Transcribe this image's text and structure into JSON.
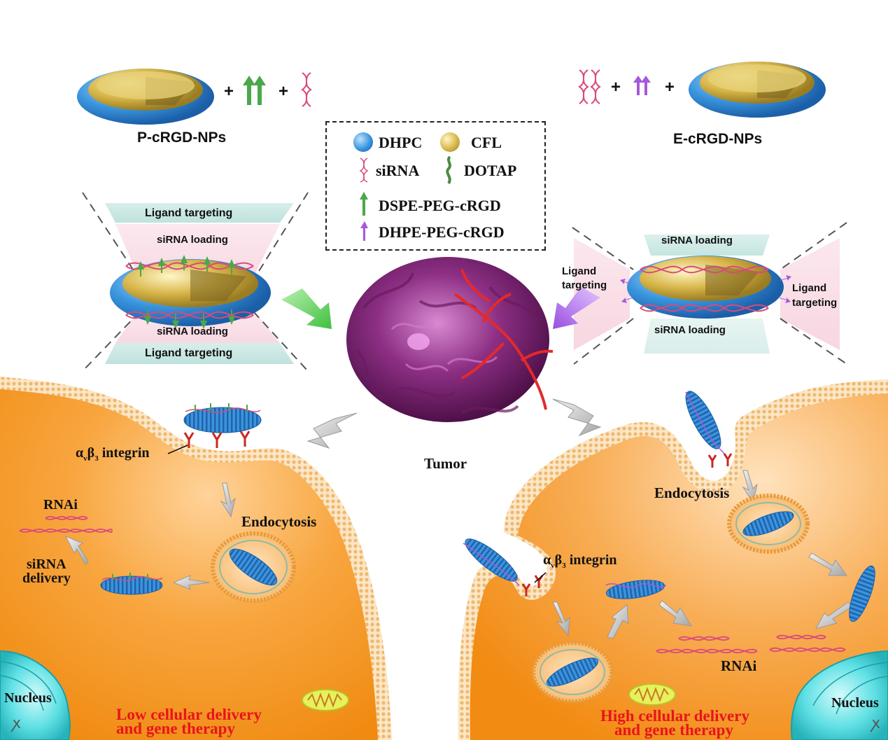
{
  "nanoparticles": {
    "left_name": "P-cRGD-NPs",
    "right_name": "E-cRGD-NPs",
    "plus": "+"
  },
  "legend": {
    "dhpc": "DHPC",
    "cfl": "CFL",
    "sirna": "siRNA",
    "dotap": "DOTAP",
    "dspe": "DSPE-PEG-cRGD",
    "dhpe": "DHPE-PEG-cRGD"
  },
  "left_structure": {
    "top_ligand": "Ligand targeting",
    "top_sirna": "siRNA loading",
    "bottom_sirna": "siRNA loading",
    "bottom_ligand": "Ligand targeting"
  },
  "right_structure": {
    "top_sirna": "siRNA loading",
    "bottom_sirna": "siRNA loading",
    "left_ligand_1": "Ligand",
    "left_ligand_2": "targeting",
    "right_ligand_1": "Ligand",
    "right_ligand_2": "targeting"
  },
  "center": {
    "tumor": "Tumor"
  },
  "left_cell": {
    "integrin_alpha": "α",
    "integrin_v": "v",
    "integrin_beta": "β",
    "integrin_3": "3",
    "integrin_word": "integrin",
    "endocytosis": "Endocytosis",
    "rnai": "RNAi",
    "sirna_1": "siRNA",
    "sirna_2": "delivery",
    "nucleus": "Nucleus",
    "result_1": "Low cellular delivery",
    "result_2": "and gene therapy"
  },
  "right_cell": {
    "integrin_alpha": "α",
    "integrin_v": "v",
    "integrin_beta": "β",
    "integrin_3": "3",
    "integrin_word": "integrin",
    "endocytosis": "Endocytosis",
    "rnai": "RNAi",
    "nucleus": "Nucleus",
    "result_1": "High cellular delivery",
    "result_2": "and gene therapy"
  },
  "colors": {
    "cell_fill": "#f7941d",
    "membrane": "#f2c58a",
    "lipid_blue": "#2f8fd8",
    "lipid_gold": "#d9b84a",
    "sirna_pink": "#d94a7a",
    "dspe_green": "#4aa84a",
    "dhpe_purple": "#a659d9",
    "nucleus_cyan": "#3ed0d6",
    "tumor_purple": "#8a2a7a",
    "result_red": "#e8141c",
    "arrow_green": "#55c155",
    "arrow_purple": "#a05ad8",
    "arrow_grey": "#b0b0b0"
  }
}
